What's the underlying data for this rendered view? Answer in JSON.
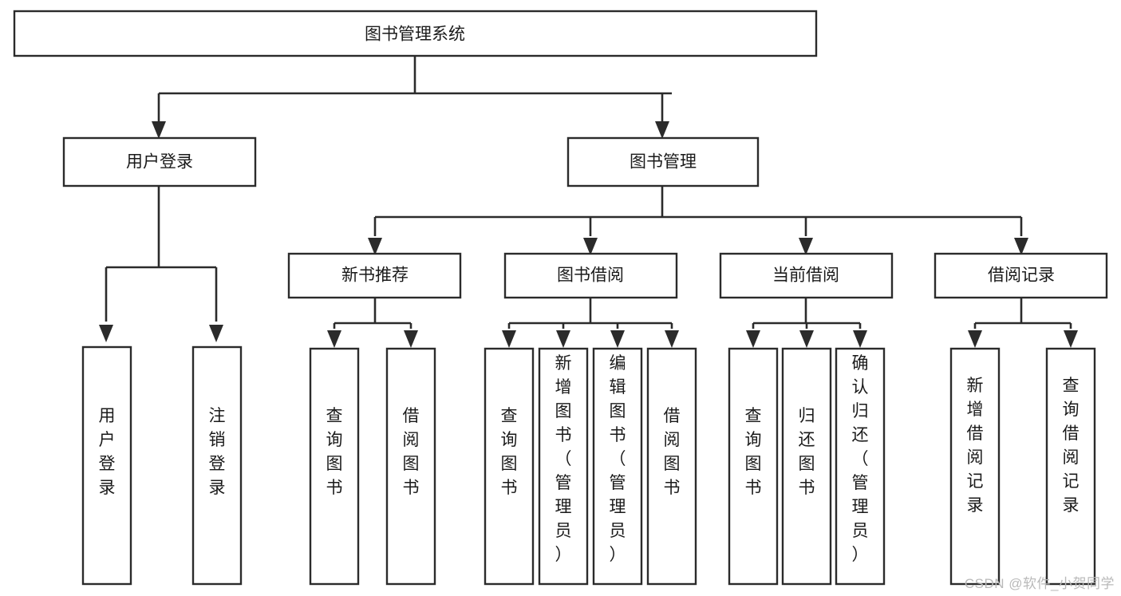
{
  "diagram": {
    "type": "tree-hierarchy",
    "title": "图书管理系统",
    "watermark": "CSDN @软件_小贺同学",
    "colors": {
      "stroke": "#2b2b2b",
      "fill": "#ffffff",
      "text": "#1a1a1a",
      "watermark": "#b9b9b9"
    },
    "root": {
      "label": "图书管理系统"
    },
    "level1": [
      {
        "label": "用户登录"
      },
      {
        "label": "图书管理"
      }
    ],
    "level2": [
      {
        "label": "新书推荐"
      },
      {
        "label": "图书借阅"
      },
      {
        "label": "当前借阅"
      },
      {
        "label": "借阅记录"
      }
    ],
    "leaves": {
      "user_login": [
        {
          "label": "用户登录"
        },
        {
          "label": "注销登录"
        }
      ],
      "new_book": [
        {
          "label": "查询图书"
        },
        {
          "label": "借阅图书"
        }
      ],
      "book_borrow": [
        {
          "label": "查询图书"
        },
        {
          "label": "新增图书（管理员）"
        },
        {
          "label": "编辑图书（管理员）"
        },
        {
          "label": "借阅图书"
        }
      ],
      "current_borrow": [
        {
          "label": "查询图书"
        },
        {
          "label": "归还图书"
        },
        {
          "label": "确认归还（管理员）"
        }
      ],
      "borrow_record": [
        {
          "label": "新增借阅记录"
        },
        {
          "label": "查询借阅记录"
        }
      ]
    }
  }
}
